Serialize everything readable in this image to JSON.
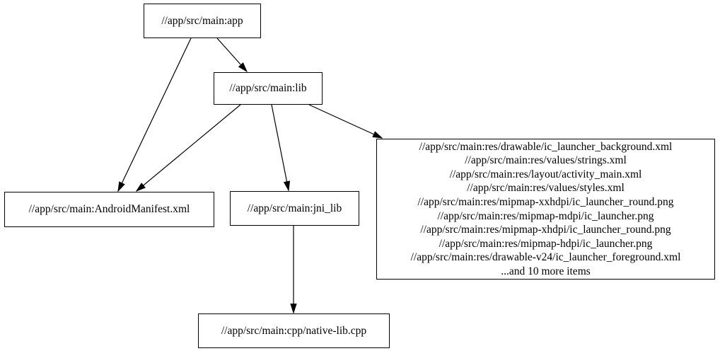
{
  "diagram": {
    "type": "dependency-graph",
    "background_color": "#ffffff",
    "node_fill_color": "#ffffff",
    "node_border_color": "#000000",
    "text_color": "#000000",
    "edge_color": "#000000"
  },
  "nodes": {
    "app": {
      "label": "//app/src/main:app"
    },
    "lib": {
      "label": "//app/src/main:lib"
    },
    "android_manifest": {
      "label": "//app/src/main:AndroidManifest.xml"
    },
    "jni_lib": {
      "label": "//app/src/main:jni_lib"
    },
    "res_group": {
      "lines": [
        "//app/src/main:res/drawable/ic_launcher_background.xml",
        "//app/src/main:res/values/strings.xml",
        "//app/src/main:res/layout/activity_main.xml",
        "//app/src/main:res/values/styles.xml",
        "//app/src/main:res/mipmap-xxhdpi/ic_launcher_round.png",
        "//app/src/main:res/mipmap-mdpi/ic_launcher.png",
        "//app/src/main:res/mipmap-xhdpi/ic_launcher_round.png",
        "//app/src/main:res/mipmap-hdpi/ic_launcher.png",
        "//app/src/main:res/drawable-v24/ic_launcher_foreground.xml",
        "...and 10 more items"
      ]
    },
    "native_lib": {
      "label": "//app/src/main:cpp/native-lib.cpp"
    }
  },
  "edges": [
    {
      "from": "app",
      "to": "android_manifest"
    },
    {
      "from": "app",
      "to": "lib"
    },
    {
      "from": "lib",
      "to": "android_manifest"
    },
    {
      "from": "lib",
      "to": "jni_lib"
    },
    {
      "from": "lib",
      "to": "res_group"
    },
    {
      "from": "jni_lib",
      "to": "native_lib"
    }
  ]
}
